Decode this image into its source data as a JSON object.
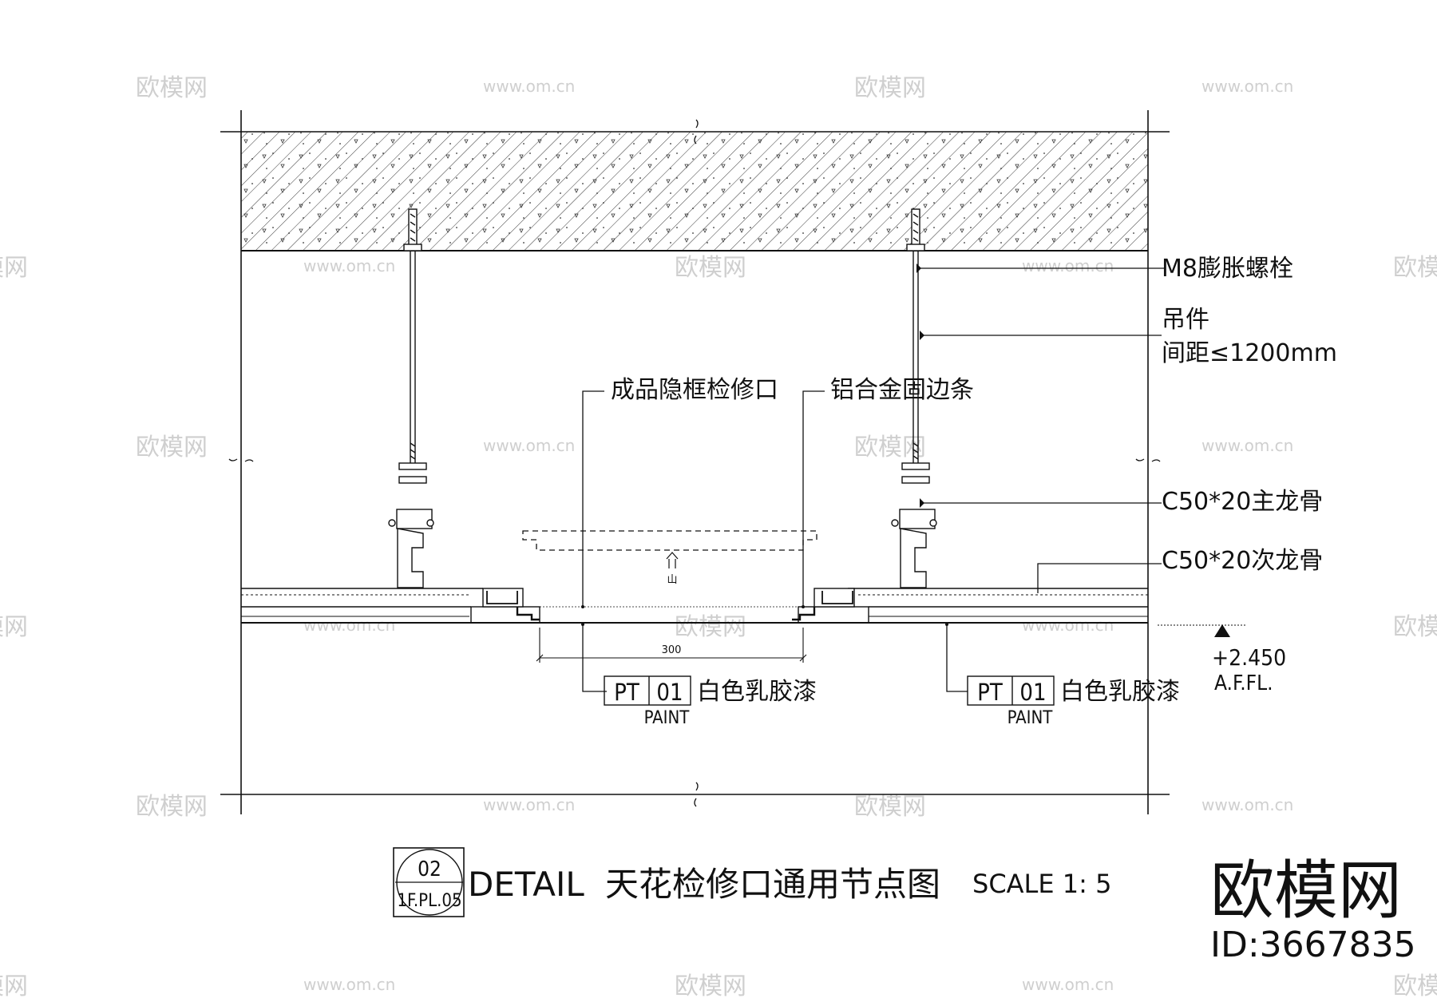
{
  "labels": {
    "m8_bolt": "M8膨胀螺栓",
    "hanger": "吊件",
    "hanger_spacing": "间距≤1200mm",
    "access_panel": "成品隐框检修口",
    "alu_trim": "铝合金固边条",
    "main_keel": "C50*20主龙骨",
    "secondary_keel": "C50*20次龙骨",
    "up_arrow_char": "山"
  },
  "dimension": {
    "value": "300"
  },
  "paint_tags": [
    {
      "code": "PT",
      "num": "01",
      "sub": "PAINT",
      "desc": "白色乳胶漆"
    },
    {
      "code": "PT",
      "num": "01",
      "sub": "PAINT",
      "desc": "白色乳胶漆"
    }
  ],
  "elevation": {
    "value": "+2.450",
    "ref": "A.F.FL."
  },
  "title": {
    "bubble_top": "02",
    "bubble_bottom": "1F.PL.05",
    "detail": "DETAIL",
    "name": "天花检修口通用节点图",
    "scale": "SCALE 1: 5"
  },
  "watermark": {
    "brand": "欧模网",
    "id": "ID:3667835",
    "site": "www.om.cn"
  }
}
